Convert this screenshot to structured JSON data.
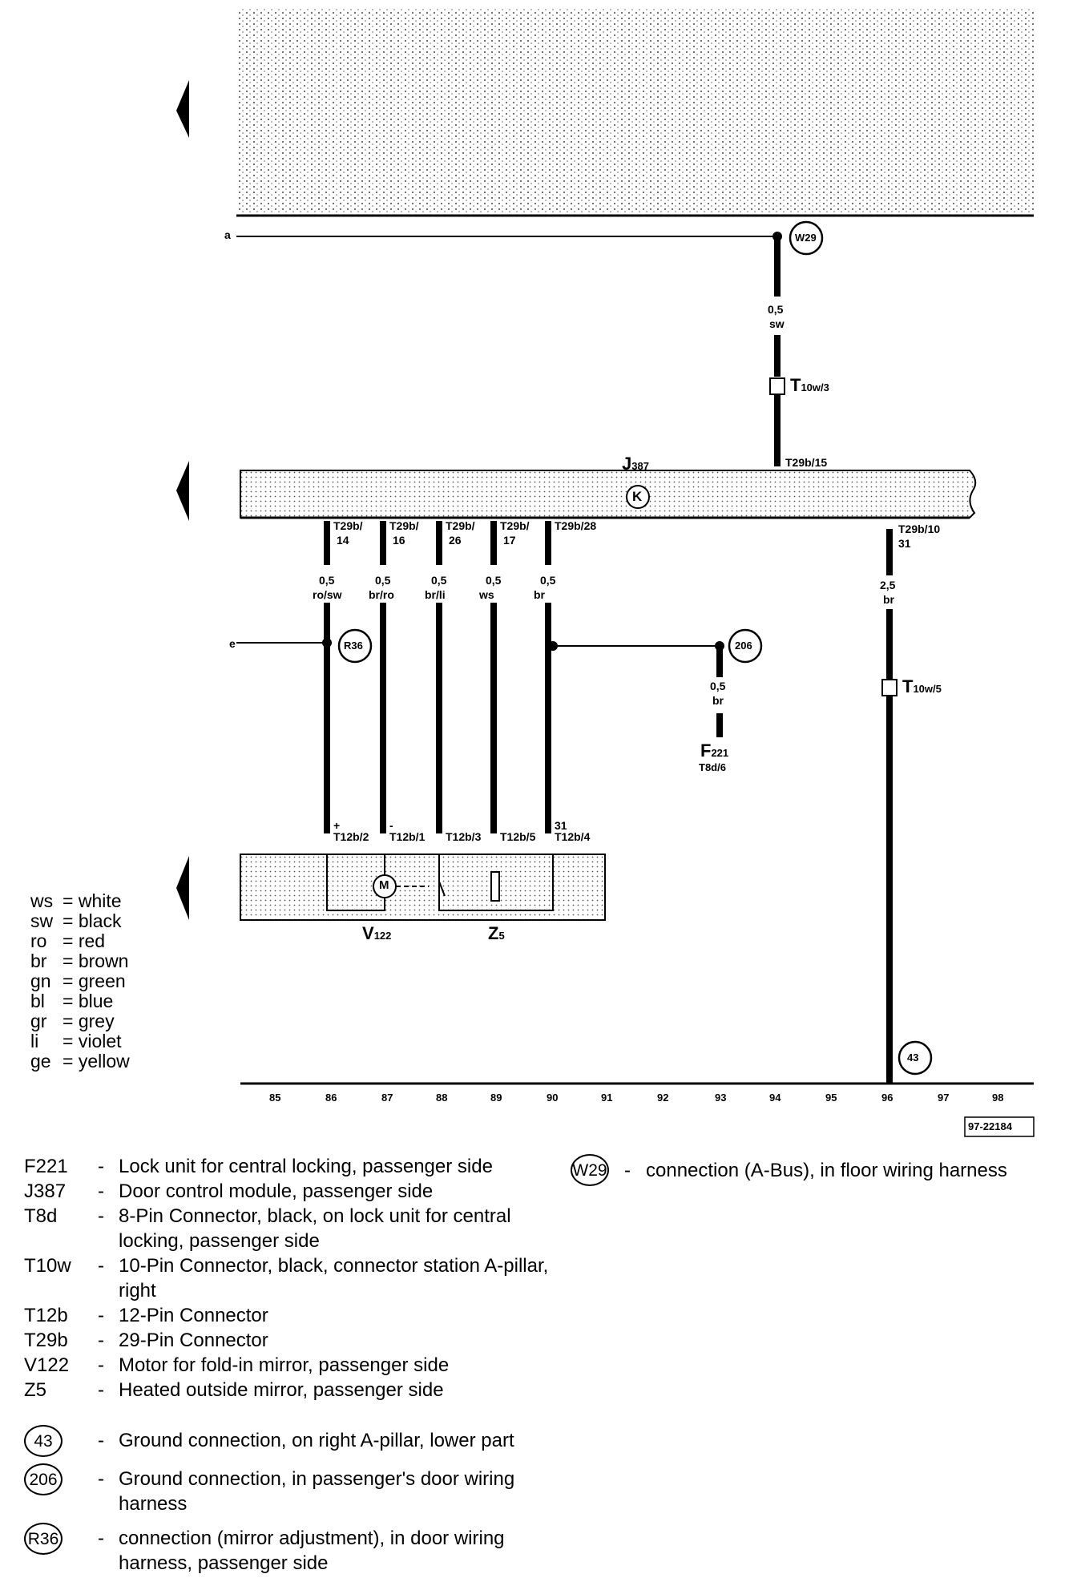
{
  "diagram": {
    "top_wire_label": "a",
    "side_wire_label": "e",
    "top_connection": "W29",
    "top_wire_size": "0,5",
    "top_wire_color": "sw",
    "top_connector": "T",
    "top_connector_sub": "10w/3",
    "module_name": "J",
    "module_sub": "387",
    "module_symbol": "K",
    "module_pin_top": "T29b/15",
    "pins": [
      {
        "pin": "T29b/",
        "pin2": "14",
        "size": "0,5",
        "color": "ro/sw",
        "lower_pin": "T12b/2",
        "lower_pre": "+"
      },
      {
        "pin": "T29b/",
        "pin2": "16",
        "size": "0,5",
        "color": "br/ro",
        "lower_pin": "T12b/1",
        "lower_pre": "-"
      },
      {
        "pin": "T29b/",
        "pin2": "26",
        "size": "0,5",
        "color": "br/li",
        "lower_pin": "T12b/3",
        "lower_pre": ""
      },
      {
        "pin": "T29b/",
        "pin2": "17",
        "size": "0,5",
        "color": "ws",
        "lower_pin": "T12b/5",
        "lower_pre": ""
      },
      {
        "pin": "T29b/28",
        "pin2": "",
        "size": "0,5",
        "color": "br",
        "lower_pin": "T12b/4",
        "lower_pre": "31"
      }
    ],
    "right_pin": "T29b/10",
    "right_pin2": "31",
    "right_wire_size": "2,5",
    "right_wire_color": "br",
    "right_connector": "T",
    "right_connector_sub": "10w/5",
    "conn_R36": "R36",
    "conn_206": "206",
    "f221_wire_size": "0,5",
    "f221_wire_color": "br",
    "f221_name": "F",
    "f221_sub": "221",
    "f221_pin": "T8d/6",
    "motor_symbol": "M",
    "v122_name": "V",
    "v122_sub": "122",
    "z5_name": "Z",
    "z5_sub": "5",
    "ground_43": "43",
    "scale": [
      "85",
      "86",
      "87",
      "88",
      "89",
      "90",
      "91",
      "92",
      "93",
      "94",
      "95",
      "96",
      "97",
      "98"
    ],
    "drawing_number": "97-22184"
  },
  "color_key": [
    {
      "abbr": "ws",
      "name": "white"
    },
    {
      "abbr": "sw",
      "name": "black"
    },
    {
      "abbr": "ro",
      "name": "red"
    },
    {
      "abbr": "br",
      "name": "brown"
    },
    {
      "abbr": "gn",
      "name": "green"
    },
    {
      "abbr": "bl",
      "name": "blue"
    },
    {
      "abbr": "gr",
      "name": "grey"
    },
    {
      "abbr": "li",
      "name": "violet"
    },
    {
      "abbr": "ge",
      "name": "yellow"
    }
  ],
  "legend": [
    {
      "code": "F221",
      "desc": "Lock unit for central locking, passenger side"
    },
    {
      "code": "J387",
      "desc": "Door control module, passenger side"
    },
    {
      "code": "T8d",
      "desc": "8-Pin Connector, black, on lock unit for central locking, passenger side"
    },
    {
      "code": "T10w",
      "desc": "10-Pin Connector, black, connector station A-pillar, right"
    },
    {
      "code": "T12b",
      "desc": "12-Pin Connector"
    },
    {
      "code": "T29b",
      "desc": "29-Pin Connector"
    },
    {
      "code": "V122",
      "desc": "Motor for fold-in mirror, passenger side"
    },
    {
      "code": "Z5",
      "desc": "Heated outside mirror, passenger side"
    }
  ],
  "ground_legend": [
    {
      "code": "43",
      "desc": "Ground connection, on right A-pillar, lower part"
    },
    {
      "code": "206",
      "desc": "Ground connection, in passenger's door wiring harness"
    },
    {
      "code": "R36",
      "desc": "connection (mirror adjustment), in door wiring harness, passenger side"
    }
  ],
  "w29_legend": {
    "code": "W29",
    "desc": "connection (A-Bus), in floor wiring harness"
  }
}
